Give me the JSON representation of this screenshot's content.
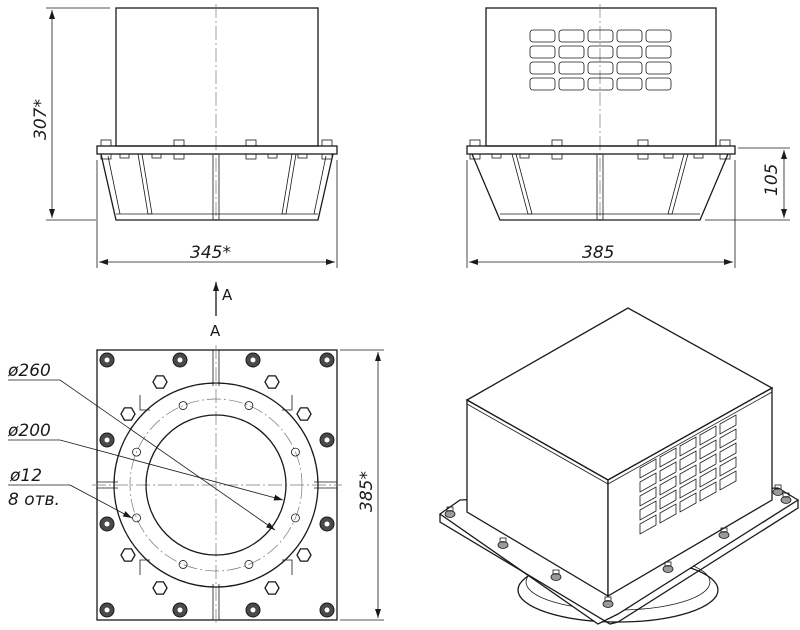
{
  "dimensions": {
    "front_height": "307*",
    "front_width": "345*",
    "side_width": "385",
    "side_base_height": "105",
    "plan_size": "385*",
    "bolt_circle": "ø260",
    "bore": "ø200",
    "hole_diameter": "ø12",
    "hole_count": "8 отв."
  },
  "view_labels": {
    "arrow_label": "A",
    "view_label": "A"
  }
}
